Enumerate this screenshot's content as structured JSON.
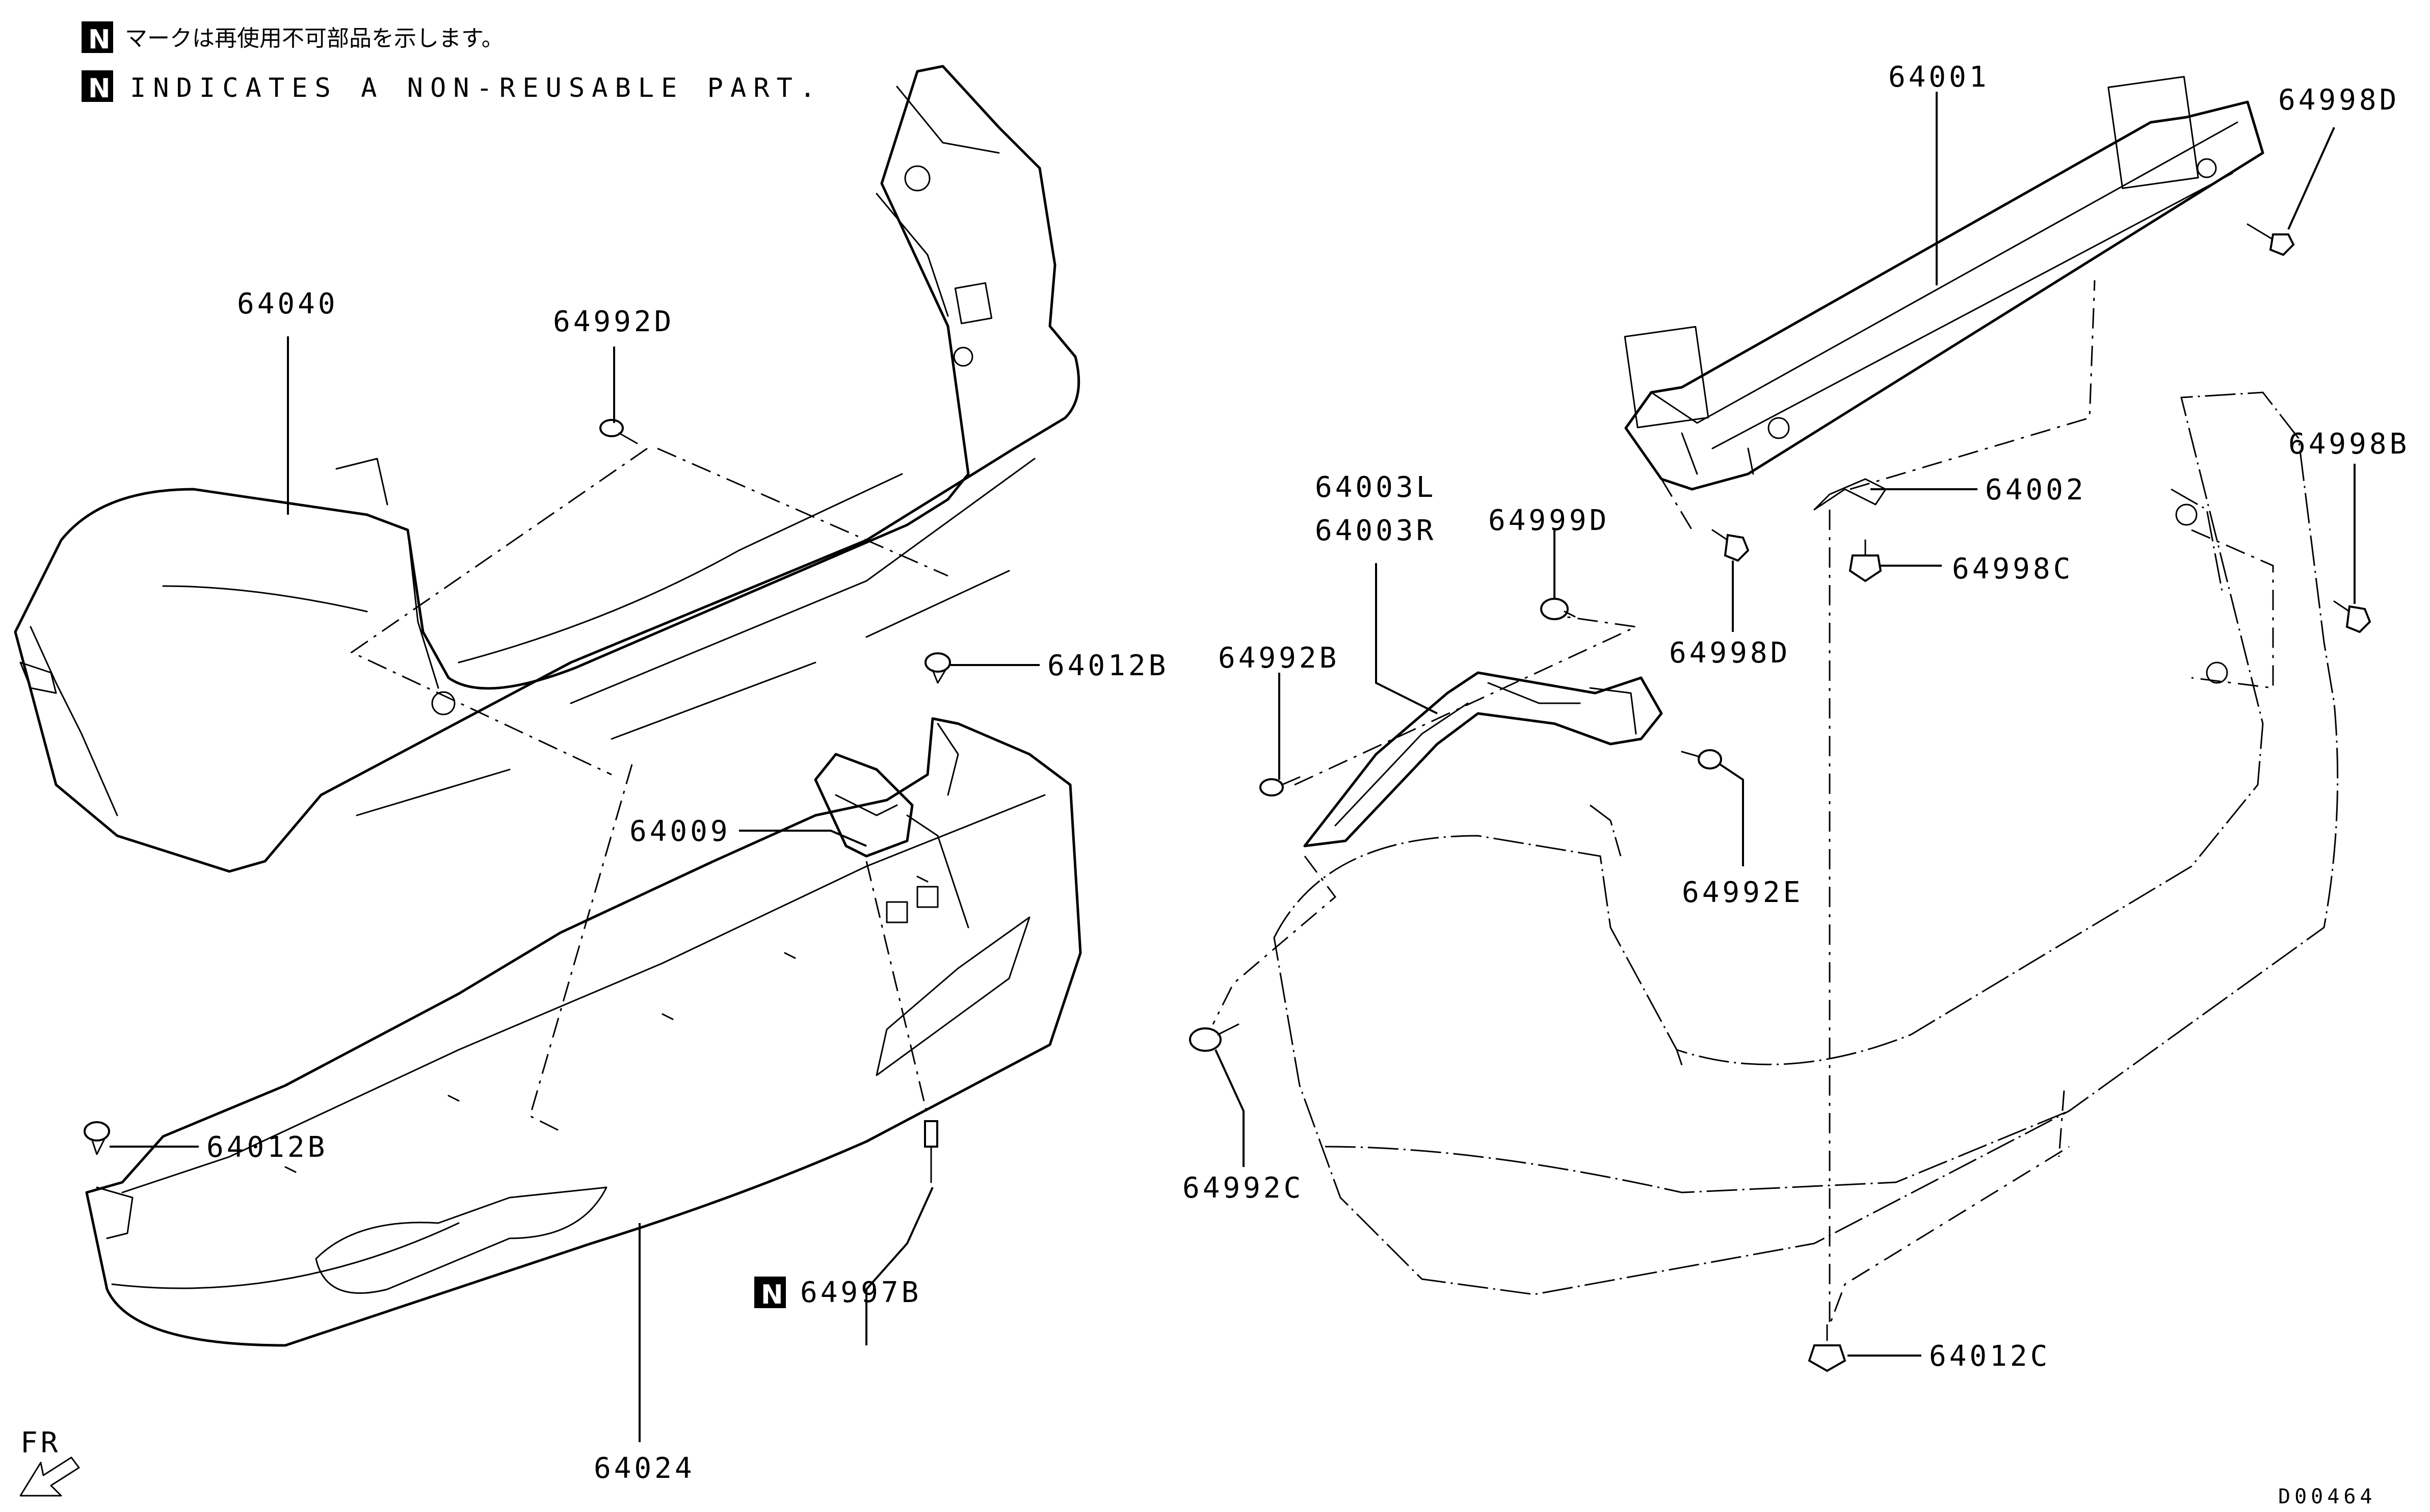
{
  "notes": {
    "badge": "N",
    "japanese": "マークは再使用不可部品を示します。",
    "english": "INDICATES A NON-REUSABLE PART."
  },
  "parts": {
    "p64040": "64040",
    "p64992D": "64992D",
    "p64001": "64001",
    "p64998D_top": "64998D",
    "p64998B": "64998B",
    "p64002": "64002",
    "p64998C": "64998C",
    "p64998D_mid": "64998D",
    "p64003L": "64003L",
    "p64003R": "64003R",
    "p64999D": "64999D",
    "p64992B": "64992B",
    "p64992E": "64992E",
    "p64012B_top": "64012B",
    "p64009": "64009",
    "p64012B_left": "64012B",
    "p64997B": "64997B",
    "p64992C": "64992C",
    "p64024": "64024",
    "p64012C": "64012C"
  },
  "front_marker": "FR",
  "diagram_code": "D00464"
}
